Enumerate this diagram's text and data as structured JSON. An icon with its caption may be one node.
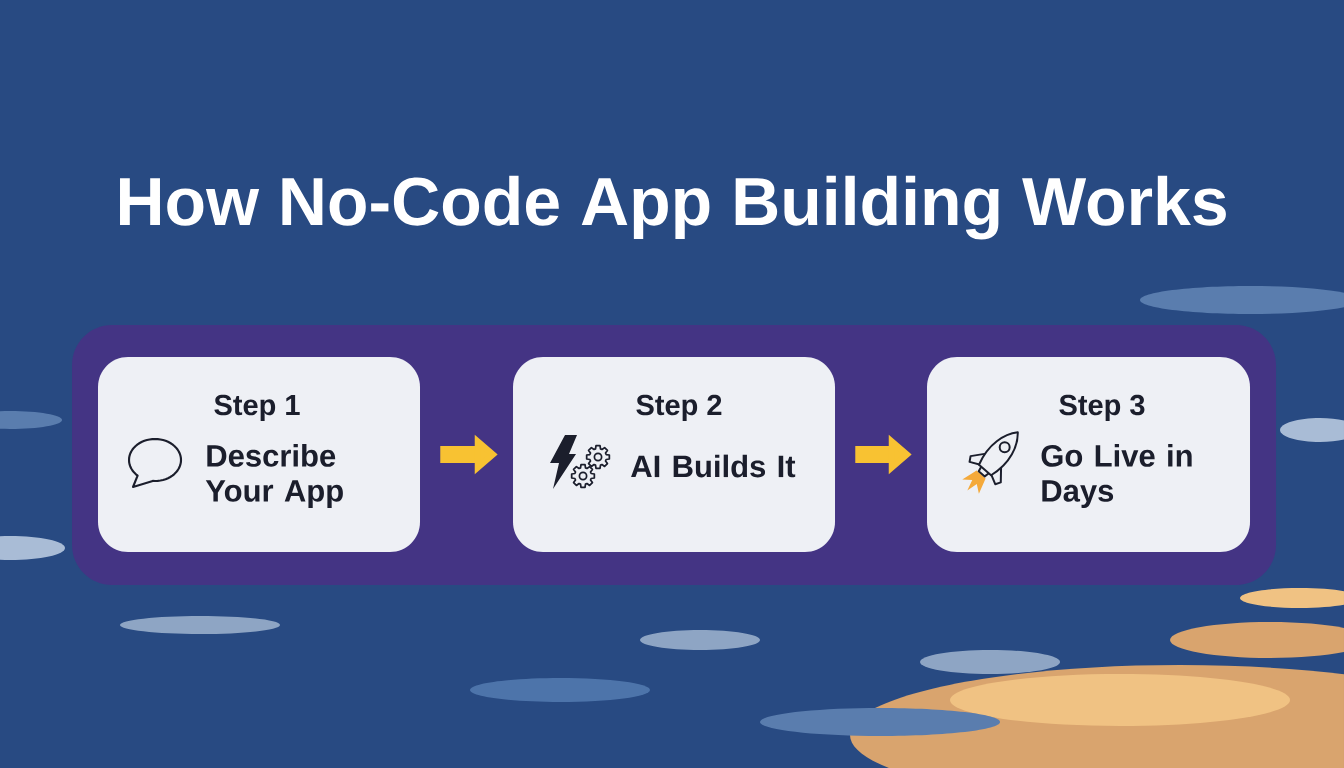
{
  "diagram": {
    "title": "How No-Code App Building Works",
    "nodes": [
      {
        "text": [],
        "shape": "box"
      },
      {
        "text": [
          "Step 1",
          "Describe Your App"
        ],
        "in": 0
      },
      {
        "text": [
          "Step 2",
          "AI Builds It"
        ],
        "in": 0
      },
      {
        "text": [
          "Step 3",
          "Go Live in Days"
        ],
        "in": 0
      }
    ],
    "edges": [
      {
        "from": 1,
        "to": 2,
        "arrow": "to"
      },
      {
        "from": 2,
        "to": 3,
        "arrow": "to"
      }
    ]
  }
}
